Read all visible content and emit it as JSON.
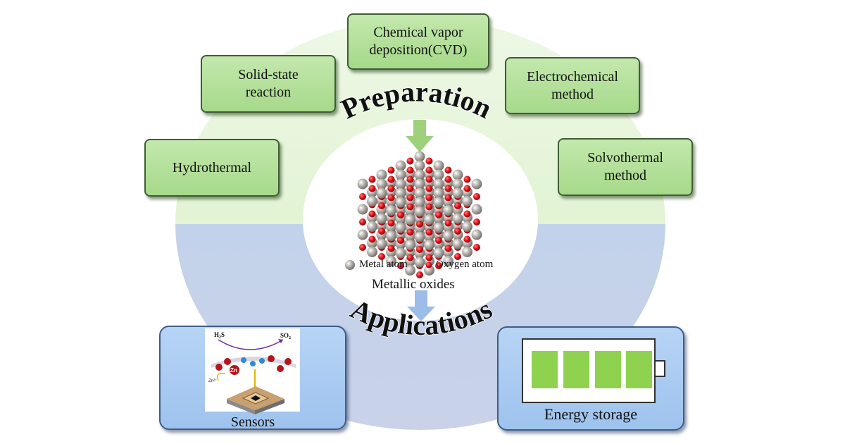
{
  "preparation": {
    "heading": "Preparation",
    "methods": {
      "cvd": [
        "Chemical vapor",
        "deposition(CVD)"
      ],
      "solid_state": [
        "Solid-state",
        "reaction"
      ],
      "electrochemical": [
        "Electrochemical",
        "method"
      ],
      "hydrothermal": [
        "Hydrothermal"
      ],
      "solvothermal": [
        "Solvothermal",
        "method"
      ]
    }
  },
  "center": {
    "legend_metal": "Metal atom",
    "legend_oxygen": "Oxygen atom",
    "caption": "Metallic oxides"
  },
  "applications": {
    "heading": "Applications",
    "sensors": {
      "label": "Sensors",
      "gas_in": "H2S",
      "gas_out": "SO2",
      "zn_label": "Zn",
      "zn_ion": "Zn²⁺"
    },
    "energy_storage": {
      "label": "Energy storage"
    }
  },
  "colors": {
    "prep_green": "#dff2cf",
    "app_blue": "#a9c6ea",
    "box_green": "#a6d98a",
    "battery_cell": "#8ed24f",
    "oxygen_red": "#d9141b",
    "metal_gray": "#8e8a85"
  }
}
